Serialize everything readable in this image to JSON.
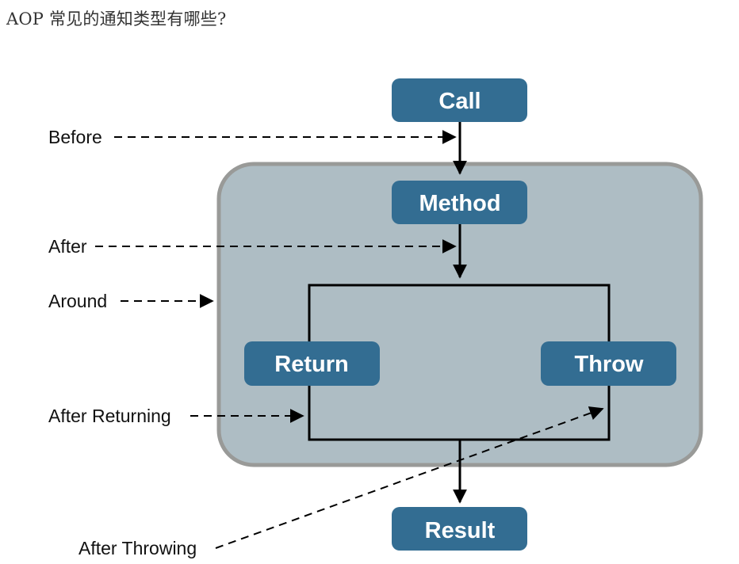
{
  "title": "AOP 常见的通知类型有哪些?",
  "colors": {
    "box_fill": "#336d92",
    "container_fill": "#aebdc4",
    "container_border": "#999a98",
    "line": "#000000",
    "label_text": "#111111"
  },
  "diagram": {
    "nodes": {
      "call": "Call",
      "method": "Method",
      "return": "Return",
      "throw": "Throw",
      "result": "Result"
    },
    "advice_labels": {
      "before": "Before",
      "after": "After",
      "around": "Around",
      "after_returning": "After Returning",
      "after_throwing": "After Throwing"
    }
  }
}
